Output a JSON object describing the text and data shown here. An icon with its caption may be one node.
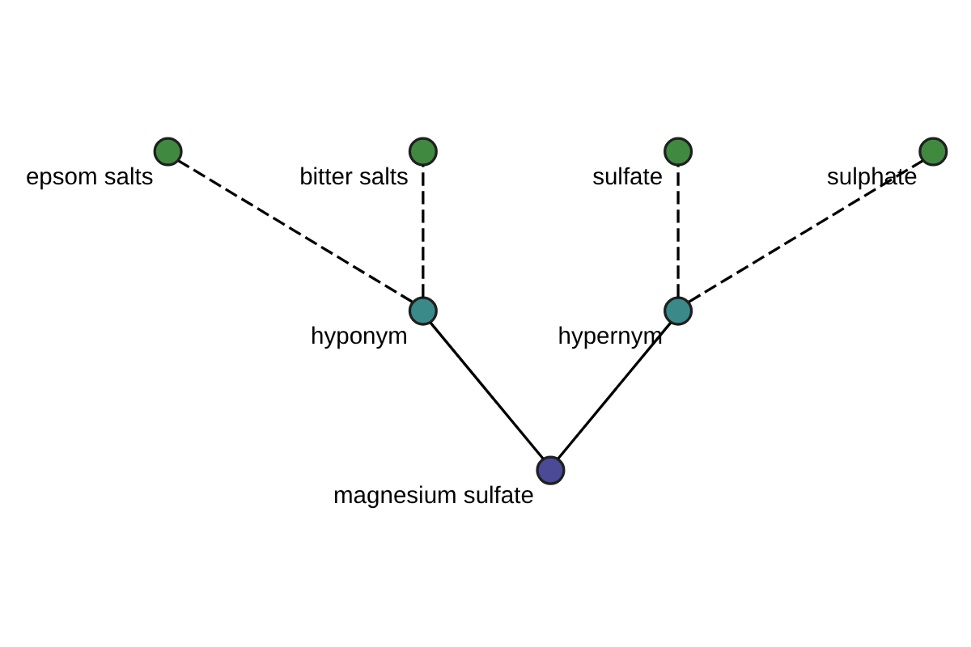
{
  "diagram": {
    "nodes": [
      {
        "text": [
          "magnesium sulfate"
        ]
      },
      {
        "text": [
          "hyponym"
        ]
      },
      {
        "text": [
          "hypernym"
        ]
      },
      {
        "text": [
          "epsom salts"
        ]
      },
      {
        "text": [
          "bitter salts"
        ]
      },
      {
        "text": [
          "sulfate"
        ]
      },
      {
        "text": [
          "sulphate"
        ]
      }
    ],
    "edges": [
      {
        "from": 0,
        "to": 1,
        "arrow": "none"
      },
      {
        "from": 0,
        "to": 2,
        "arrow": "none"
      },
      {
        "from": 1,
        "to": 3,
        "arrow": "none",
        "style": "dashed"
      },
      {
        "from": 1,
        "to": 4,
        "arrow": "none",
        "style": "dashed"
      },
      {
        "from": 2,
        "to": 5,
        "arrow": "none",
        "style": "dashed"
      },
      {
        "from": 2,
        "to": 6,
        "arrow": "none",
        "style": "dashed"
      }
    ]
  }
}
